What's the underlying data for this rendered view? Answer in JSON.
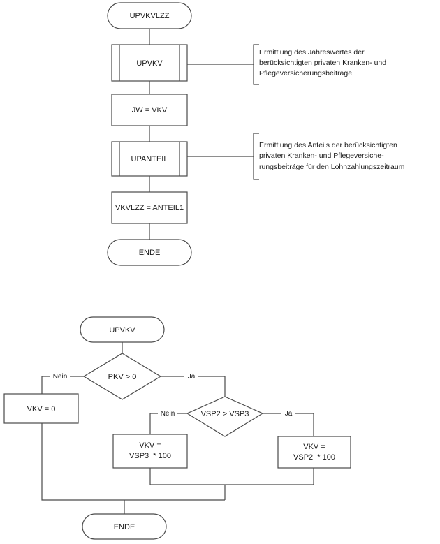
{
  "flow1": {
    "start": "UPVKVLZZ",
    "call_upvkv": "UPVKV",
    "assign_jw": "JW = VKV",
    "call_upanteil": "UPANTEIL",
    "assign_vkvlzz": "VKVLZZ = ANTEIL1",
    "end": "ENDE",
    "note_upvkv": [
      "Ermittlung des Jahreswertes der",
      "berücksichtigten privaten Kranken- und",
      "Pflegeversicherungsbeiträge"
    ],
    "note_upanteil": [
      "Ermittlung des Anteils der berücksichtigten",
      "privaten Kranken- und Pflegeversiche-",
      "rungsbeiträge für den Lohnzahlungszeitraum"
    ]
  },
  "flow2": {
    "start": "UPVKV",
    "decision_pkv": "PKV > 0",
    "no_label_1": "Nein",
    "yes_label_1": "Ja",
    "vkv_zero": "VKV = 0",
    "decision_vsp": "VSP2 > VSP3",
    "no_label_2": "Nein",
    "yes_label_2": "Ja",
    "vkv_vsp3_line1": "VKV =",
    "vkv_vsp3_line2": "VSP3  * 100",
    "vkv_vsp2_line1": "VKV =",
    "vkv_vsp2_line2": "VSP2  * 100",
    "end": "ENDE"
  }
}
